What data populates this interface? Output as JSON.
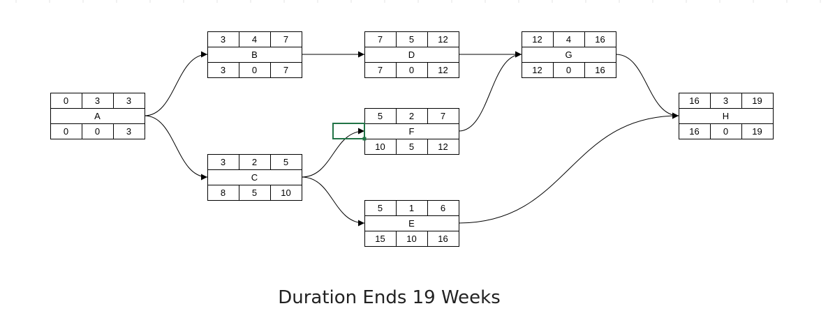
{
  "diagram": {
    "caption": "Duration Ends 19 Weeks",
    "colors": {
      "line": "#000000",
      "selection": "#217346",
      "gridline": "#e3e3e3"
    },
    "nodes": [
      {
        "id": "A",
        "top": [
          "0",
          "3",
          "3"
        ],
        "bottom": [
          "0",
          "0",
          "3"
        ]
      },
      {
        "id": "B",
        "top": [
          "3",
          "4",
          "7"
        ],
        "bottom": [
          "3",
          "0",
          "7"
        ]
      },
      {
        "id": "C",
        "top": [
          "3",
          "2",
          "5"
        ],
        "bottom": [
          "8",
          "5",
          "10"
        ]
      },
      {
        "id": "D",
        "top": [
          "7",
          "5",
          "12"
        ],
        "bottom": [
          "7",
          "0",
          "12"
        ]
      },
      {
        "id": "F",
        "top": [
          "5",
          "2",
          "7"
        ],
        "bottom": [
          "10",
          "5",
          "12"
        ]
      },
      {
        "id": "E",
        "top": [
          "5",
          "1",
          "6"
        ],
        "bottom": [
          "15",
          "10",
          "16"
        ]
      },
      {
        "id": "G",
        "top": [
          "12",
          "4",
          "16"
        ],
        "bottom": [
          "12",
          "0",
          "16"
        ]
      },
      {
        "id": "H",
        "top": [
          "16",
          "3",
          "19"
        ],
        "bottom": [
          "16",
          "0",
          "19"
        ]
      }
    ],
    "edges": [
      {
        "from": "A",
        "to": "B"
      },
      {
        "from": "A",
        "to": "C"
      },
      {
        "from": "B",
        "to": "D"
      },
      {
        "from": "D",
        "to": "G"
      },
      {
        "from": "C",
        "to": "F"
      },
      {
        "from": "C",
        "to": "E"
      },
      {
        "from": "F",
        "to": "G"
      },
      {
        "from": "G",
        "to": "H"
      },
      {
        "from": "E",
        "to": "H"
      }
    ]
  }
}
